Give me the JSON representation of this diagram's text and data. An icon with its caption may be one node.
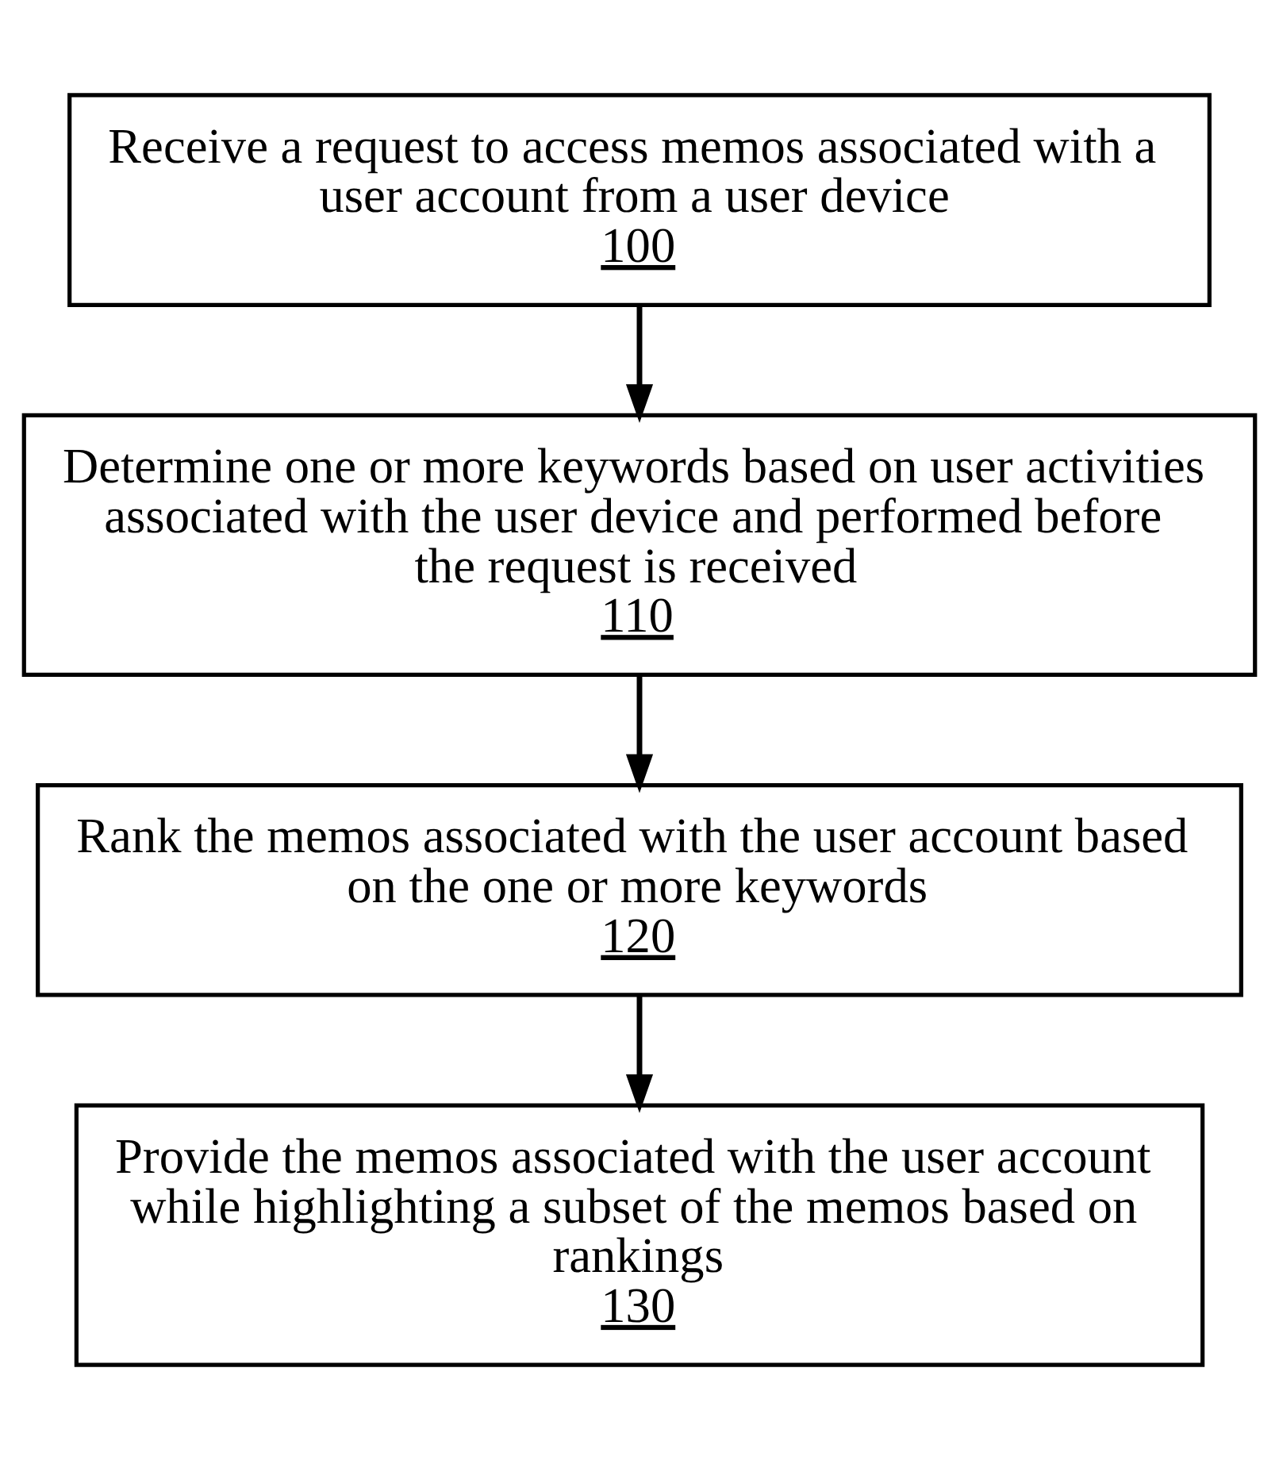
{
  "diagram": {
    "nodes": [
      {
        "text": [
          "Receive a request to access memos associated with a user account from a user device",
          "100"
        ]
      },
      {
        "text": [
          "Determine one or more keywords based on user activities associated with the user device and performed before the request is received",
          "110"
        ]
      },
      {
        "text": [
          "Rank the memos associated with the user account based on the one or more keywords",
          "120"
        ]
      },
      {
        "text": [
          "Provide the memos associated with the user account while highlighting a subset of the memos based on rankings",
          "130"
        ]
      }
    ],
    "edges": [
      {
        "from": 0,
        "to": 1,
        "arrow": "to"
      },
      {
        "from": 1,
        "to": 2,
        "arrow": "to"
      },
      {
        "from": 2,
        "to": 3,
        "arrow": "to"
      }
    ]
  }
}
